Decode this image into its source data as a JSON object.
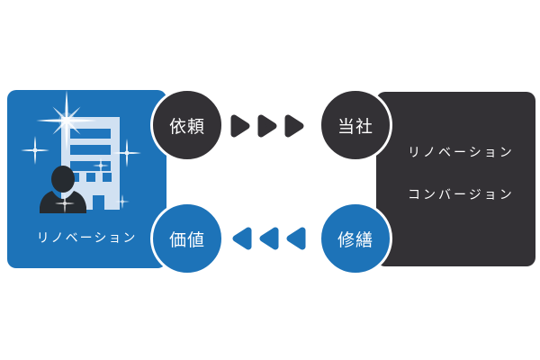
{
  "colors": {
    "accent_blue": "#1d73b8",
    "dark_charcoal": "#333135",
    "text_white": "#ffffff",
    "building_light": "#dfe9f6",
    "person_silhouette": "#262b30",
    "background": "#ffffff"
  },
  "left_card": {
    "label": "リノベーション",
    "icon": "building-with-person-sparkle-icon"
  },
  "flow_top": {
    "from_label": "依頼",
    "to_label": "当社",
    "arrow_icon": "arrow-right-icon",
    "arrow_count": 3
  },
  "flow_bottom": {
    "from_label": "修繕",
    "to_label": "価値",
    "arrow_icon": "arrow-left-icon",
    "arrow_count": 3
  },
  "right_card": {
    "line1": "リノベーション",
    "line2": "コンバージョン"
  }
}
